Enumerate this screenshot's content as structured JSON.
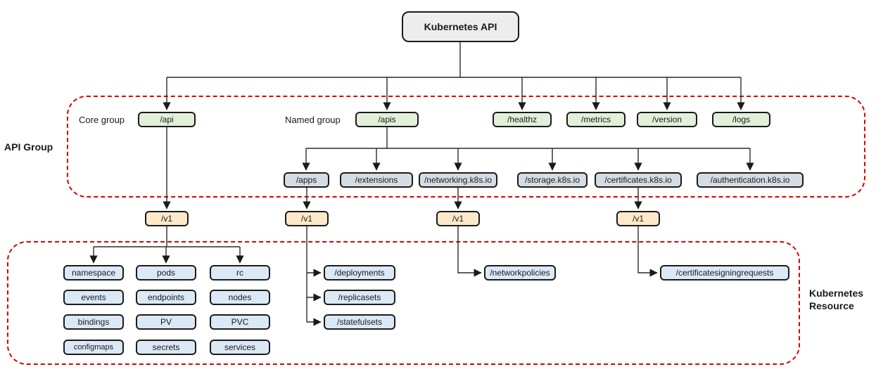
{
  "root": {
    "label": "Kubernetes API"
  },
  "annotations": {
    "api_group": "API Group",
    "kubernetes_resource": "Kubernetes\nResource",
    "core_group": "Core group",
    "named_group": "Named group"
  },
  "top_level": {
    "api": "/api",
    "apis": "/apis",
    "healthz": "/healthz",
    "metrics": "/metrics",
    "version": "/version",
    "logs": "/logs"
  },
  "named_groups": {
    "apps": "/apps",
    "extensions": "/extensions",
    "networking": "/networking.k8s.io",
    "storage": "/storage.k8s.io",
    "certificates": "/certificates.k8s.io",
    "authentication": "/authentication.k8s.io"
  },
  "versions": {
    "core": "/v1",
    "apps": "/v1",
    "networking": "/v1",
    "certificates": "/v1"
  },
  "core_resources": [
    "namespace",
    "pods",
    "rc",
    "events",
    "endpoints",
    "nodes",
    "bindings",
    "PV",
    "PVC",
    "configmaps",
    "secrets",
    "services"
  ],
  "apps_resources": [
    "/deployments",
    "/replicasets",
    "/statefulsets"
  ],
  "networking_resources": [
    "/networkpolicies"
  ],
  "certificates_resources": [
    "/certificatesigningrequests"
  ],
  "colors": {
    "root_fill": "#ededed",
    "group_fill": "#e2efd9",
    "named_group_fill": "#d6dce4",
    "version_fill": "#fde9c9",
    "resource_fill": "#dbe8f6",
    "dashed_border": "#dd0000",
    "edge": "#2a2a2a"
  }
}
